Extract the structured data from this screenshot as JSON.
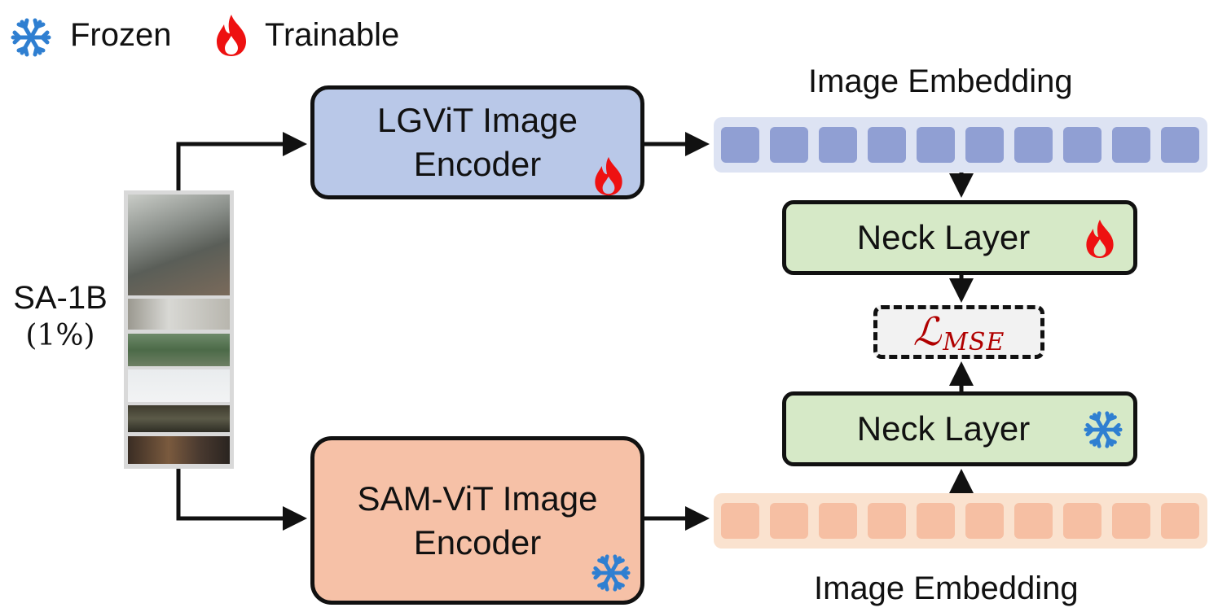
{
  "legend": {
    "frozen_label": "Frozen",
    "trainable_label": "Trainable",
    "frozen_icon": "snowflake-icon",
    "trainable_icon": "flame-icon"
  },
  "dataset": {
    "name": "SA-1B",
    "fraction": "(1%)"
  },
  "encoders": {
    "student": {
      "line1": "LGViT Image",
      "line2": "Encoder",
      "status_icon": "flame-icon"
    },
    "teacher": {
      "line1": "SAM-ViT Image",
      "line2": "Encoder",
      "status_icon": "snowflake-icon"
    }
  },
  "embeddings": {
    "top_label": "Image Embedding",
    "bottom_label": "Image Embedding",
    "cells_per_row": 10
  },
  "neck": {
    "trainable_label": "Neck Layer",
    "frozen_label": "Neck Layer"
  },
  "loss": {
    "symbol": "ℒ",
    "subscript": "MSE"
  },
  "colors": {
    "student_encoder": "#b9c8e8",
    "teacher_encoder": "#f6c1a7",
    "neck": "#d6e9c7",
    "loss_text": "#b00000",
    "flame": "#ee1111",
    "snowflake": "#2f7fd1"
  }
}
